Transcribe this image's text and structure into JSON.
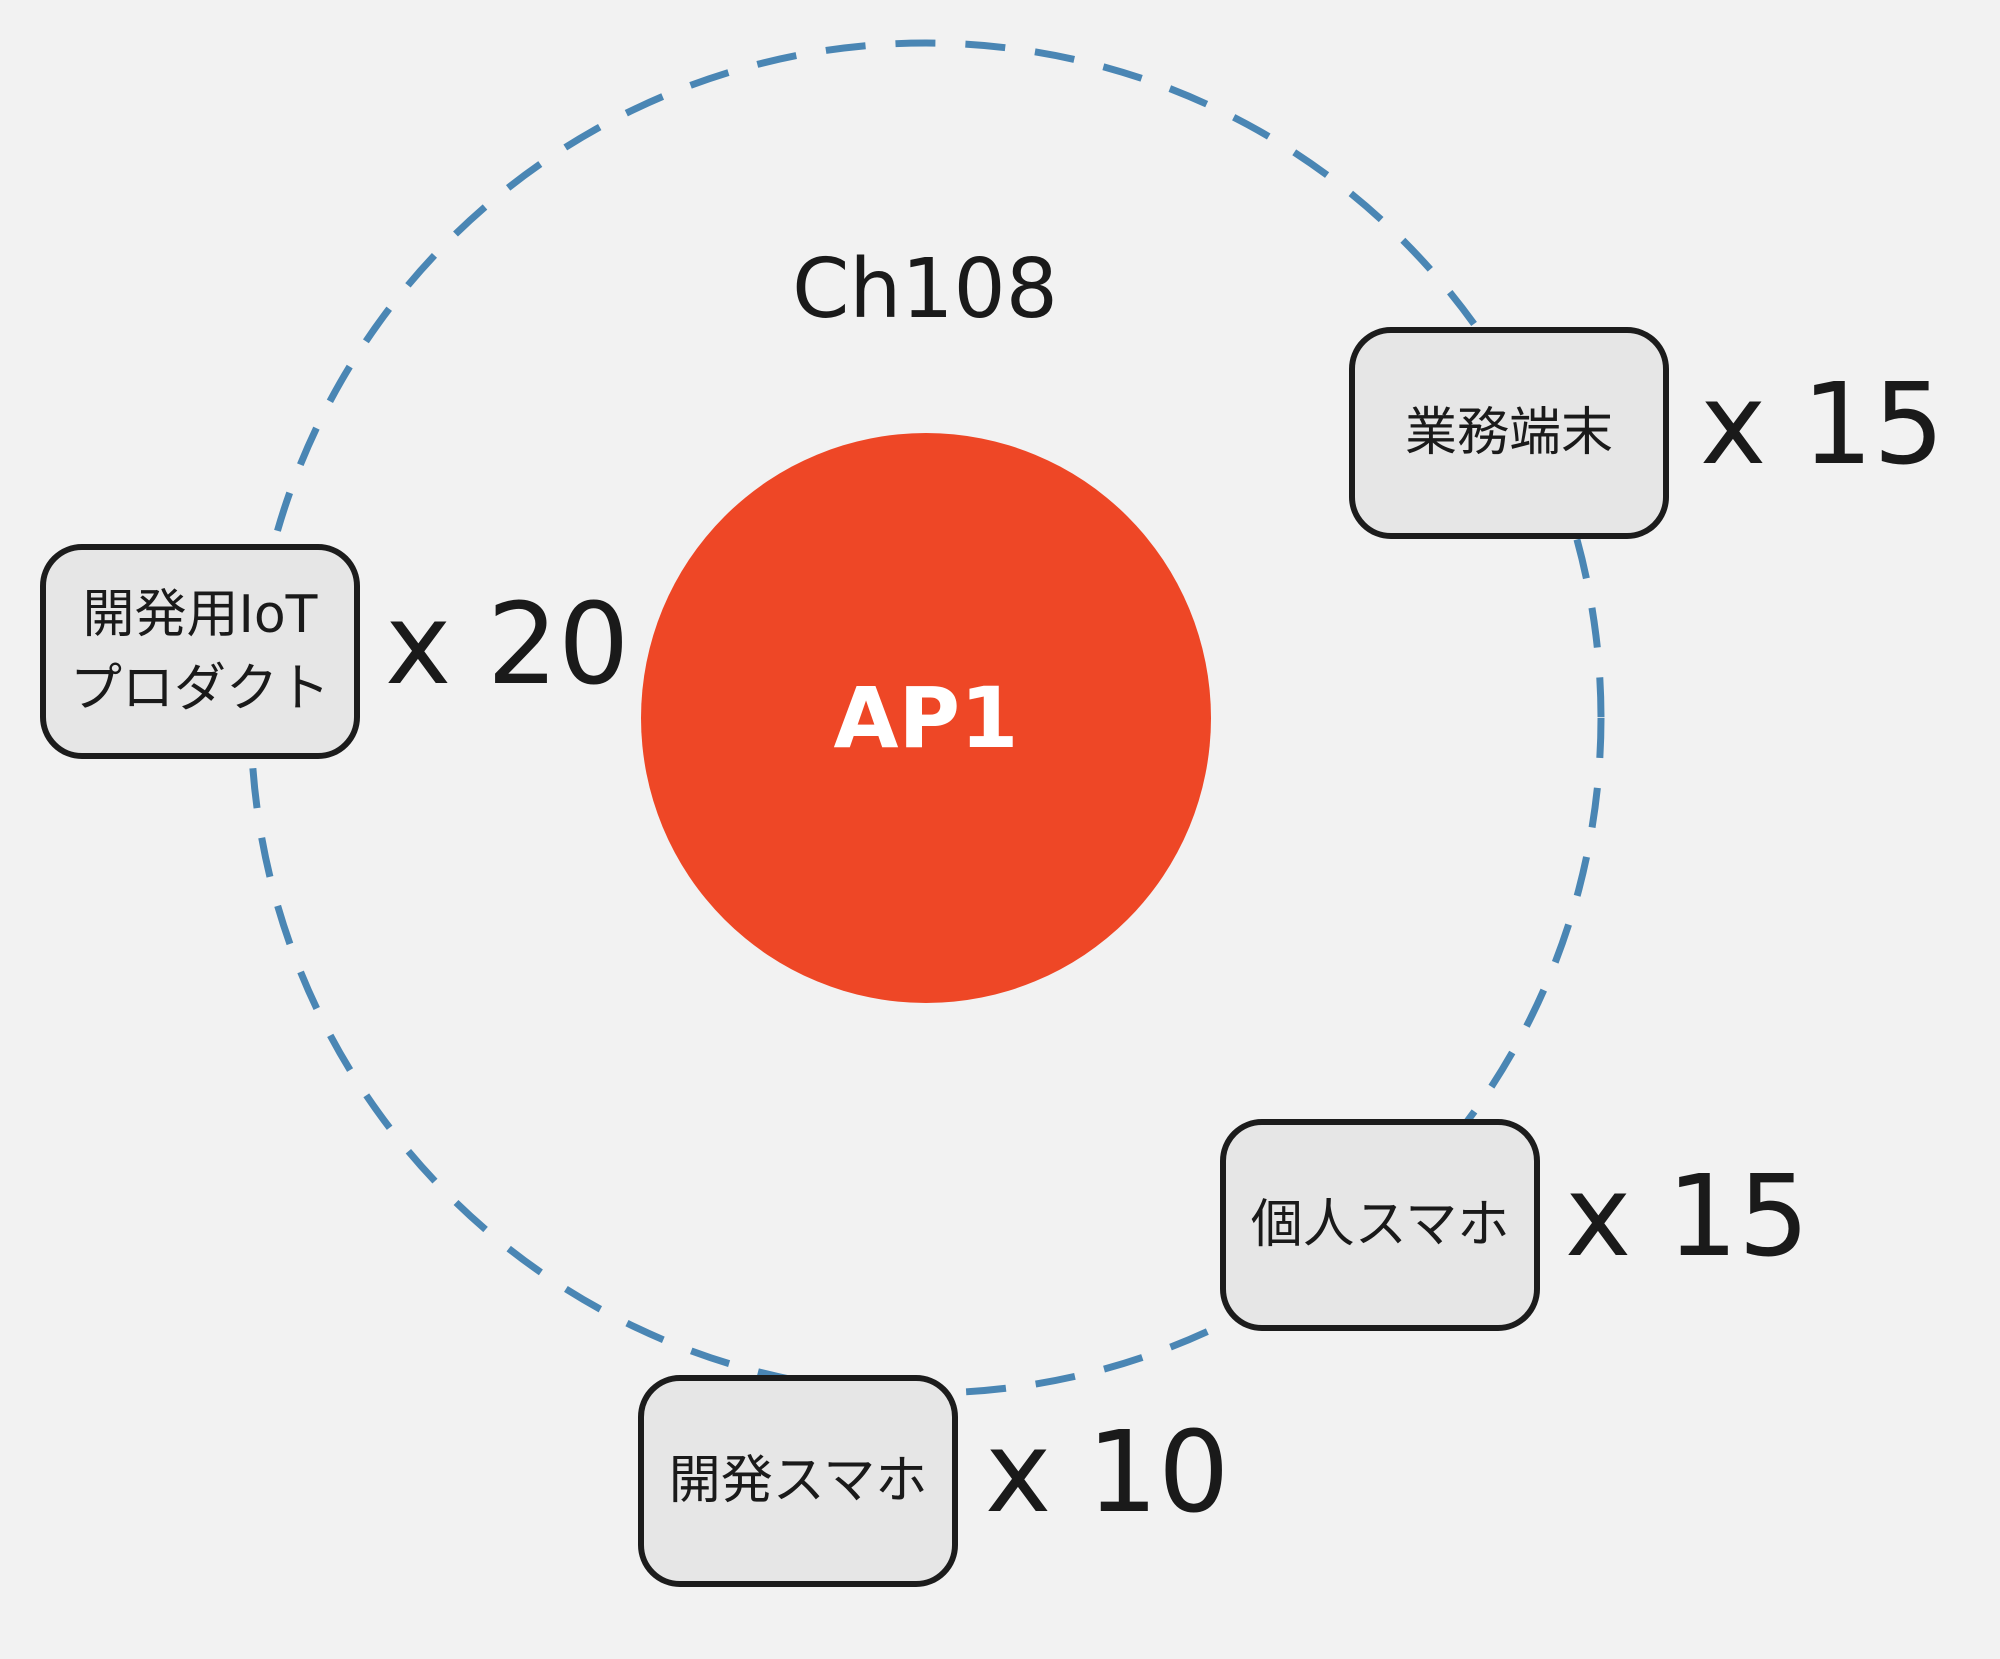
{
  "diagram": {
    "channel": "Ch108",
    "access_point": "AP1",
    "devices": [
      {
        "name": "業務端末",
        "count": "x 15"
      },
      {
        "name": "開発用IoT\nプロダクト",
        "count": "x 20"
      },
      {
        "name": "個人スマホ",
        "count": "x 15"
      },
      {
        "name": "開発スマホ",
        "count": "x 10"
      }
    ]
  },
  "colors": {
    "background": "#f2f2f2",
    "ap_fill": "#ee4726",
    "coverage_ring": "#4a86b4",
    "device_fill": "#e6e6e6",
    "device_border": "#1c1c1c"
  }
}
